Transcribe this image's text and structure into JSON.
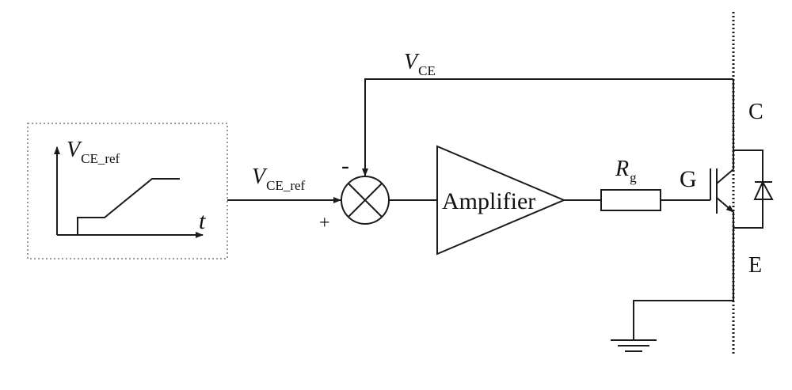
{
  "labels": {
    "vce_main": "V",
    "vce_main_sub": "CE",
    "ref_v": "V",
    "ref_sub": "CE_ref",
    "box_v": "V",
    "box_sub": "CE_ref",
    "time": "t",
    "minus": "-",
    "plus": "+",
    "amplifier": "Amplifier",
    "rg": "R",
    "rg_sub": "g",
    "gate": "G",
    "collector": "C",
    "emitter": "E"
  },
  "colors": {
    "line": "#1a1a1a",
    "dotted_box": "#9a9a9a",
    "background": "#ffffff"
  }
}
